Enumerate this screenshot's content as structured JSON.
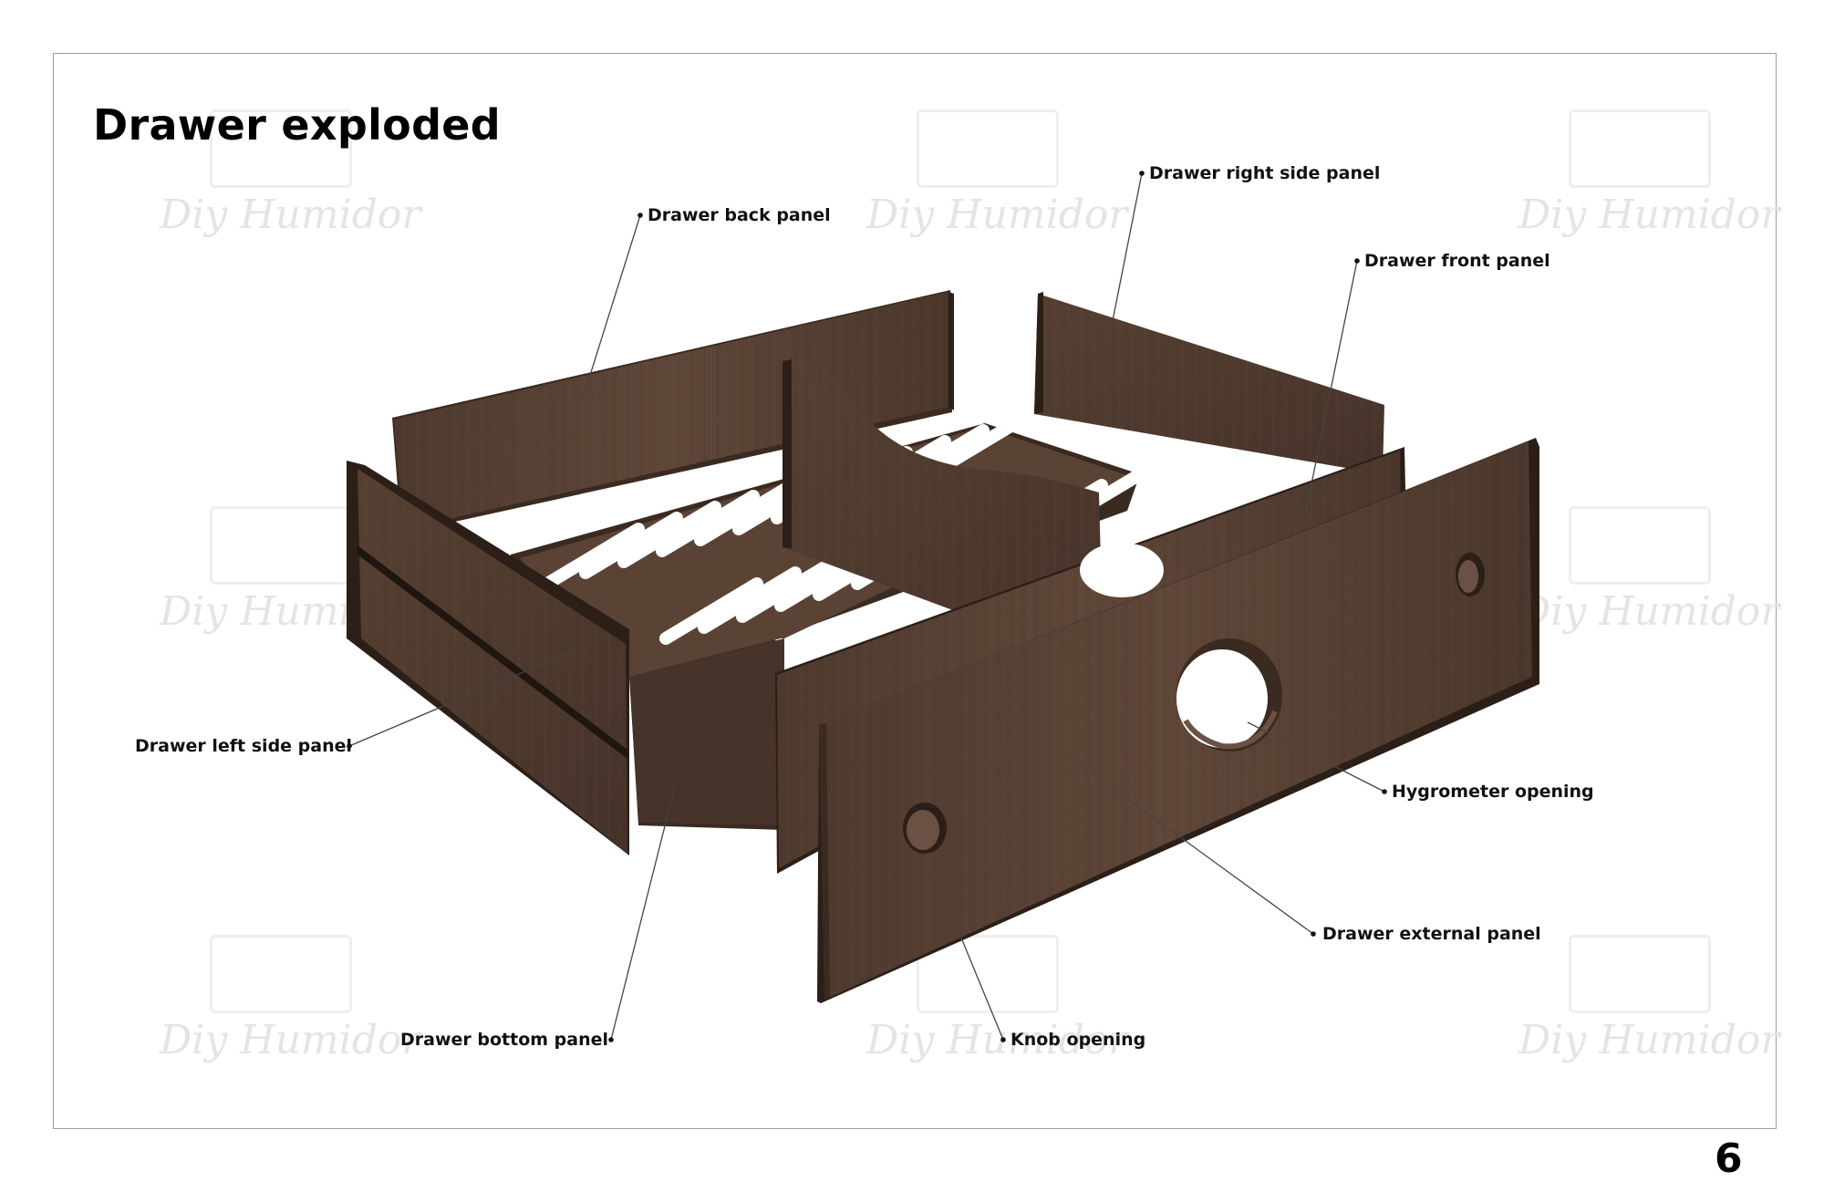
{
  "title": "Drawer exploded",
  "page_number": "6",
  "watermark": {
    "text": "Diy Humidor"
  },
  "labels": {
    "back_panel": "Drawer back panel",
    "right_side_panel": "Drawer right side panel",
    "front_panel": "Drawer front panel",
    "left_side_panel": "Drawer left side panel",
    "hygrometer_opening": "Hygrometer opening",
    "external_panel": "Drawer external panel",
    "bottom_panel": "Drawer bottom panel",
    "knob_opening": "Knob opening"
  },
  "colors": {
    "border": "#9c9cb4",
    "wood_face": "#5a4335",
    "wood_dark": "#3e2d23",
    "wood_edge": "#2c1f18",
    "leader_line": "#444444"
  }
}
